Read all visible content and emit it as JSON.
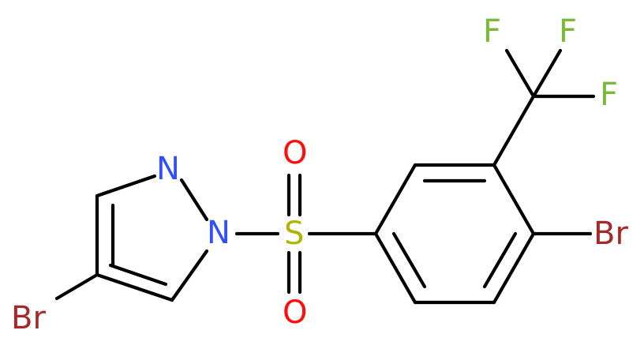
{
  "molecule": {
    "atoms": {
      "br_pyrazole": "Br",
      "n2": "N",
      "n1": "N",
      "s": "S",
      "o_top": "O",
      "o_bottom": "O",
      "br_aryl": "Br",
      "f1": "F",
      "f2": "F",
      "f3": "F"
    },
    "colors": {
      "bromine": "#a62929",
      "nitrogen": "#3050f8",
      "sulfur": "#b2b200",
      "oxygen": "#ff0d0d",
      "fluorine": "#78b93a",
      "bond": "#000000"
    }
  }
}
